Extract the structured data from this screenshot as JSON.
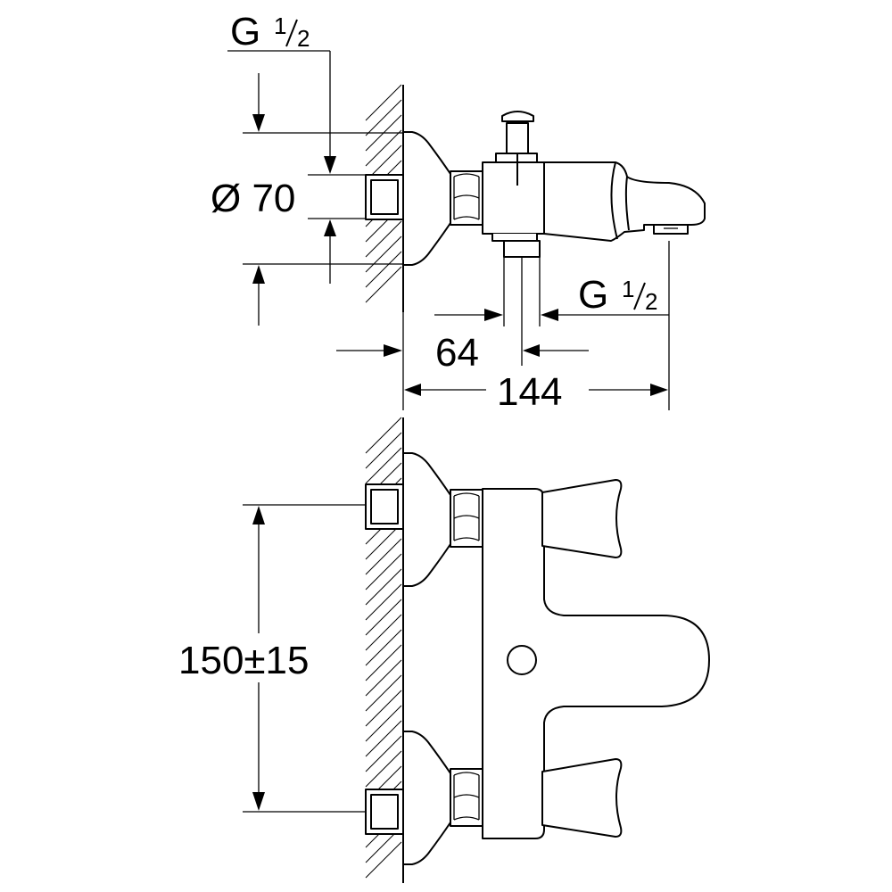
{
  "dimensions": {
    "thread_top": {
      "prefix": "G",
      "num": "1",
      "den": "2"
    },
    "thread_spout": {
      "prefix": "G",
      "num": "1",
      "den": "2"
    },
    "diameter": "Ø 70",
    "offset": "64",
    "depth": "144",
    "spacing": "150±15"
  }
}
